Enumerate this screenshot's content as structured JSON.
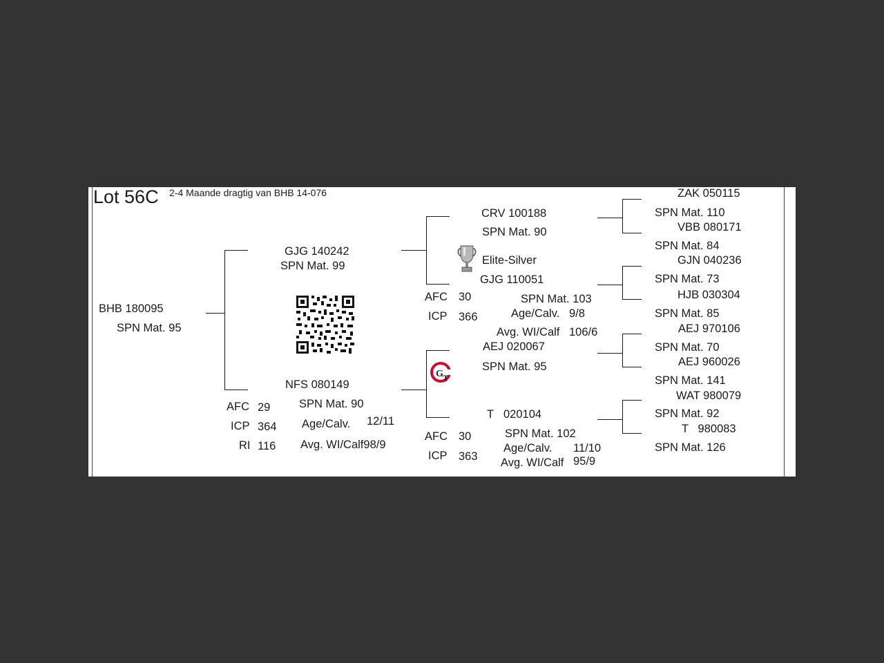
{
  "header": {
    "lot": "Lot 56C",
    "subtitle": "2-4 Maande dragtig van BHB 14-076"
  },
  "animal": {
    "id": "BHB 180095",
    "mat": "SPN Mat. 95"
  },
  "sire": {
    "id": "GJG 140242",
    "mat": "SPN Mat. 99"
  },
  "dam": {
    "id": "NFS 080149",
    "mat": "SPN Mat. 90",
    "age_calv_label": "Age/Calv.",
    "age_calv_value": "12/11",
    "avg_label": "Avg. WI/Calf98/9",
    "afc_label": "AFC",
    "afc_value": "29",
    "icp_label": "ICP",
    "icp_value": "364",
    "ri_label": "RI",
    "ri_value": "116"
  },
  "sire_sire": {
    "id": "CRV 100188",
    "mat": "SPN Mat. 90",
    "award": "Elite-Silver"
  },
  "sire_dam": {
    "id": "GJG 110051",
    "mat": "SPN Mat. 103",
    "age_calv_label": "Age/Calv.",
    "age_calv_value": "9/8",
    "avg_label": "Avg. WI/Calf",
    "avg_value": "106/6",
    "afc_label": "AFC",
    "afc_value": "30",
    "icp_label": "ICP",
    "icp_value": "366"
  },
  "dam_sire": {
    "id": "AEJ 020067",
    "mat": "SPN Mat. 95"
  },
  "dam_dam": {
    "prefix": "T",
    "id": "020104",
    "mat": "SPN Mat. 102",
    "age_calv_label": "Age/Calv.",
    "age_calv_value": "11/10",
    "avg_label": "Avg. WI/Calf",
    "avg_value": "95/9",
    "afc_label": "AFC",
    "afc_value": "30",
    "icp_label": "ICP",
    "icp_value": "363"
  },
  "ggp": [
    {
      "id": "ZAK 050115",
      "mat": "SPN Mat. 110"
    },
    {
      "id": "VBB 080171",
      "mat": "SPN Mat. 84"
    },
    {
      "id": "GJN 040236",
      "mat": "SPN Mat. 73"
    },
    {
      "id": "HJB 030304",
      "mat": "SPN Mat. 85"
    },
    {
      "id": "AEJ 970106",
      "mat": "SPN Mat. 70"
    },
    {
      "id": "AEJ 960026",
      "mat": "SPN Mat. 141"
    },
    {
      "id": "WAT 980079",
      "mat": "SPN Mat. 92"
    },
    {
      "id": "T   980083",
      "mat": "SPN Mat. 126"
    }
  ],
  "icons": {
    "qr": "qr-code-icon",
    "trophy": "trophy-icon",
    "logo": "gt-logo-icon"
  }
}
